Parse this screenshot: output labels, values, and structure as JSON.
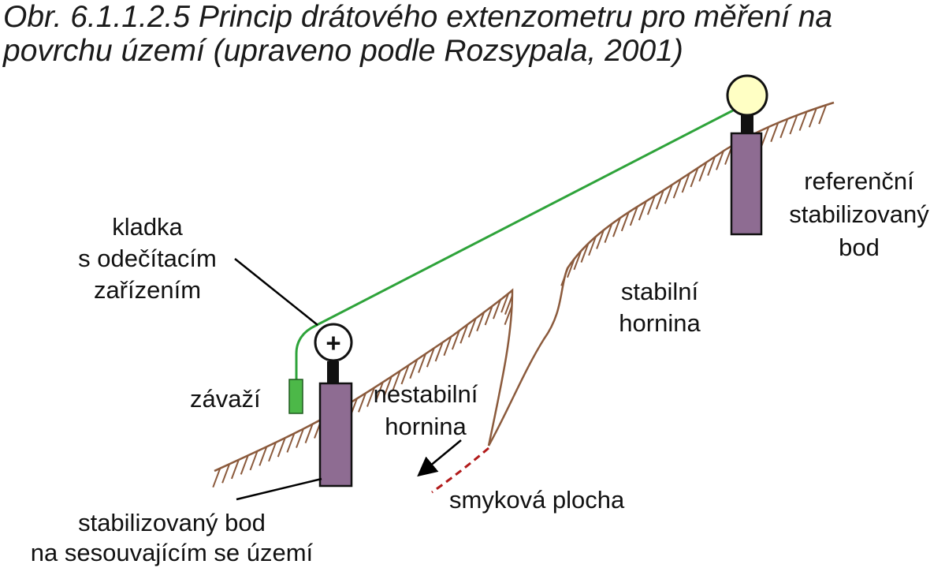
{
  "figure": {
    "title_line1": "Obr. 6.1.1.2.5  Princip drátového extenzometru pro měření na",
    "title_line2": "povrchu území (upraveno podle Rozsypala, 2001)"
  },
  "labels": {
    "pulley": [
      "kladka",
      "s odečítacím",
      "zařízením"
    ],
    "weight": "závaží",
    "reference_point": [
      "referenční",
      "stabilizovaný",
      "bod"
    ],
    "stable_rock": [
      "stabilní",
      "hornina"
    ],
    "unstable_rock": [
      "nestabilní",
      "hornina"
    ],
    "slip_surface": "smyková plocha",
    "landslide_point": [
      "stabilizovaný bod",
      "na sesouvajícím se území"
    ],
    "pulley_symbol": "+"
  },
  "colors": {
    "wire": "#2ea33a",
    "ground": "#8b5a3c",
    "pillar": "#8e6c92",
    "weight": "#4cb848",
    "reference_head": "#ffffc4",
    "slip_surface": "#b21a1a"
  }
}
